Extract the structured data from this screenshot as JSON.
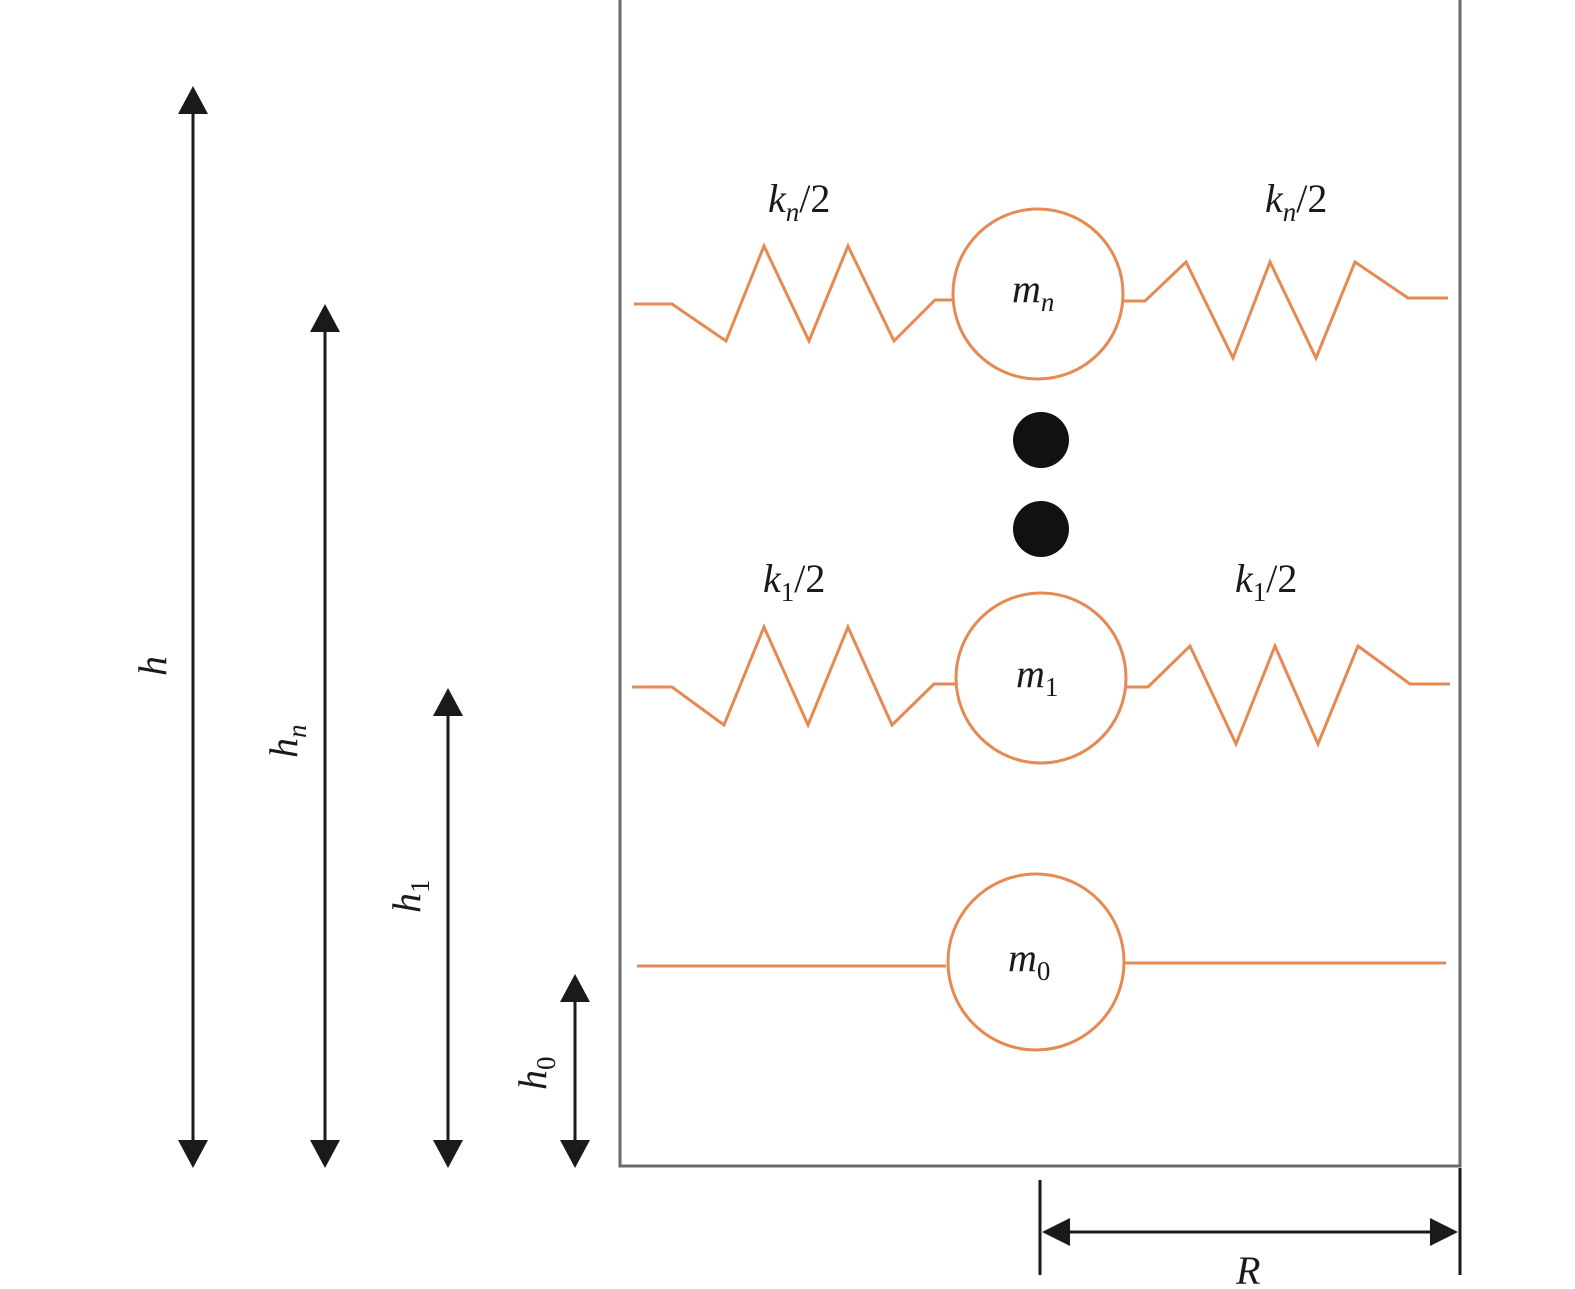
{
  "colors": {
    "spring": "#E58A52",
    "tank": "#6b6b6b",
    "ink": "#1a1a1a",
    "dots": "#111111"
  },
  "masses": [
    {
      "id": "mn",
      "base": "m",
      "sub": "n"
    },
    {
      "id": "m1",
      "base": "m",
      "sub": "1"
    },
    {
      "id": "m0",
      "base": "m",
      "sub": "0"
    }
  ],
  "springs": {
    "n": {
      "base": "k",
      "sub": "n",
      "tail": "/2"
    },
    "one": {
      "base": "k",
      "sub": "1",
      "tail": "/2"
    }
  },
  "heights": [
    {
      "id": "h",
      "base": "h",
      "sub": ""
    },
    {
      "id": "hn",
      "base": "h",
      "sub": "n"
    },
    {
      "id": "h1",
      "base": "h",
      "sub": "1"
    },
    {
      "id": "h0",
      "base": "h",
      "sub": "0"
    }
  ],
  "radius": {
    "base": "R"
  }
}
